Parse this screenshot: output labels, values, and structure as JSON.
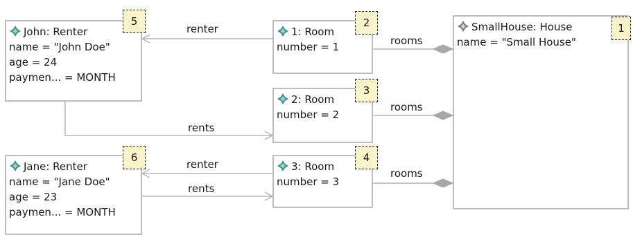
{
  "nodes": {
    "john": {
      "title": "John: Renter",
      "badge": "5",
      "attrs": [
        "name = \"John Doe\"",
        "age = 24",
        "paymen... = MONTH"
      ],
      "icon": "renter-icon"
    },
    "jane": {
      "title": "Jane: Renter",
      "badge": "6",
      "attrs": [
        "name = \"Jane Doe\"",
        "age = 23",
        "paymen... = MONTH"
      ],
      "icon": "renter-icon"
    },
    "room1": {
      "title": "1: Room",
      "badge": "2",
      "attrs": [
        "number = 1"
      ],
      "icon": "room-icon"
    },
    "room2": {
      "title": "2: Room",
      "badge": "3",
      "attrs": [
        "number = 2"
      ],
      "icon": "room-icon"
    },
    "room3": {
      "title": "3: Room",
      "badge": "4",
      "attrs": [
        "number = 3"
      ],
      "icon": "room-icon"
    },
    "house": {
      "title": "SmallHouse: House",
      "badge": "1",
      "attrs": [
        "name = \"Small House\""
      ],
      "icon": "house-icon"
    }
  },
  "edges": {
    "renter_john": "renter",
    "rents_john": "rents",
    "renter_jane": "renter",
    "rents_jane": "rents",
    "rooms_1": "rooms",
    "rooms_2": "rooms",
    "rooms_3": "rooms"
  },
  "colors": {
    "icon_teal": "#3f8f8f",
    "icon_gray": "#7a7a7a",
    "badge_fill": "#fbf3c9",
    "edge": "#b5b5b5",
    "border": "#bdbdbd"
  }
}
